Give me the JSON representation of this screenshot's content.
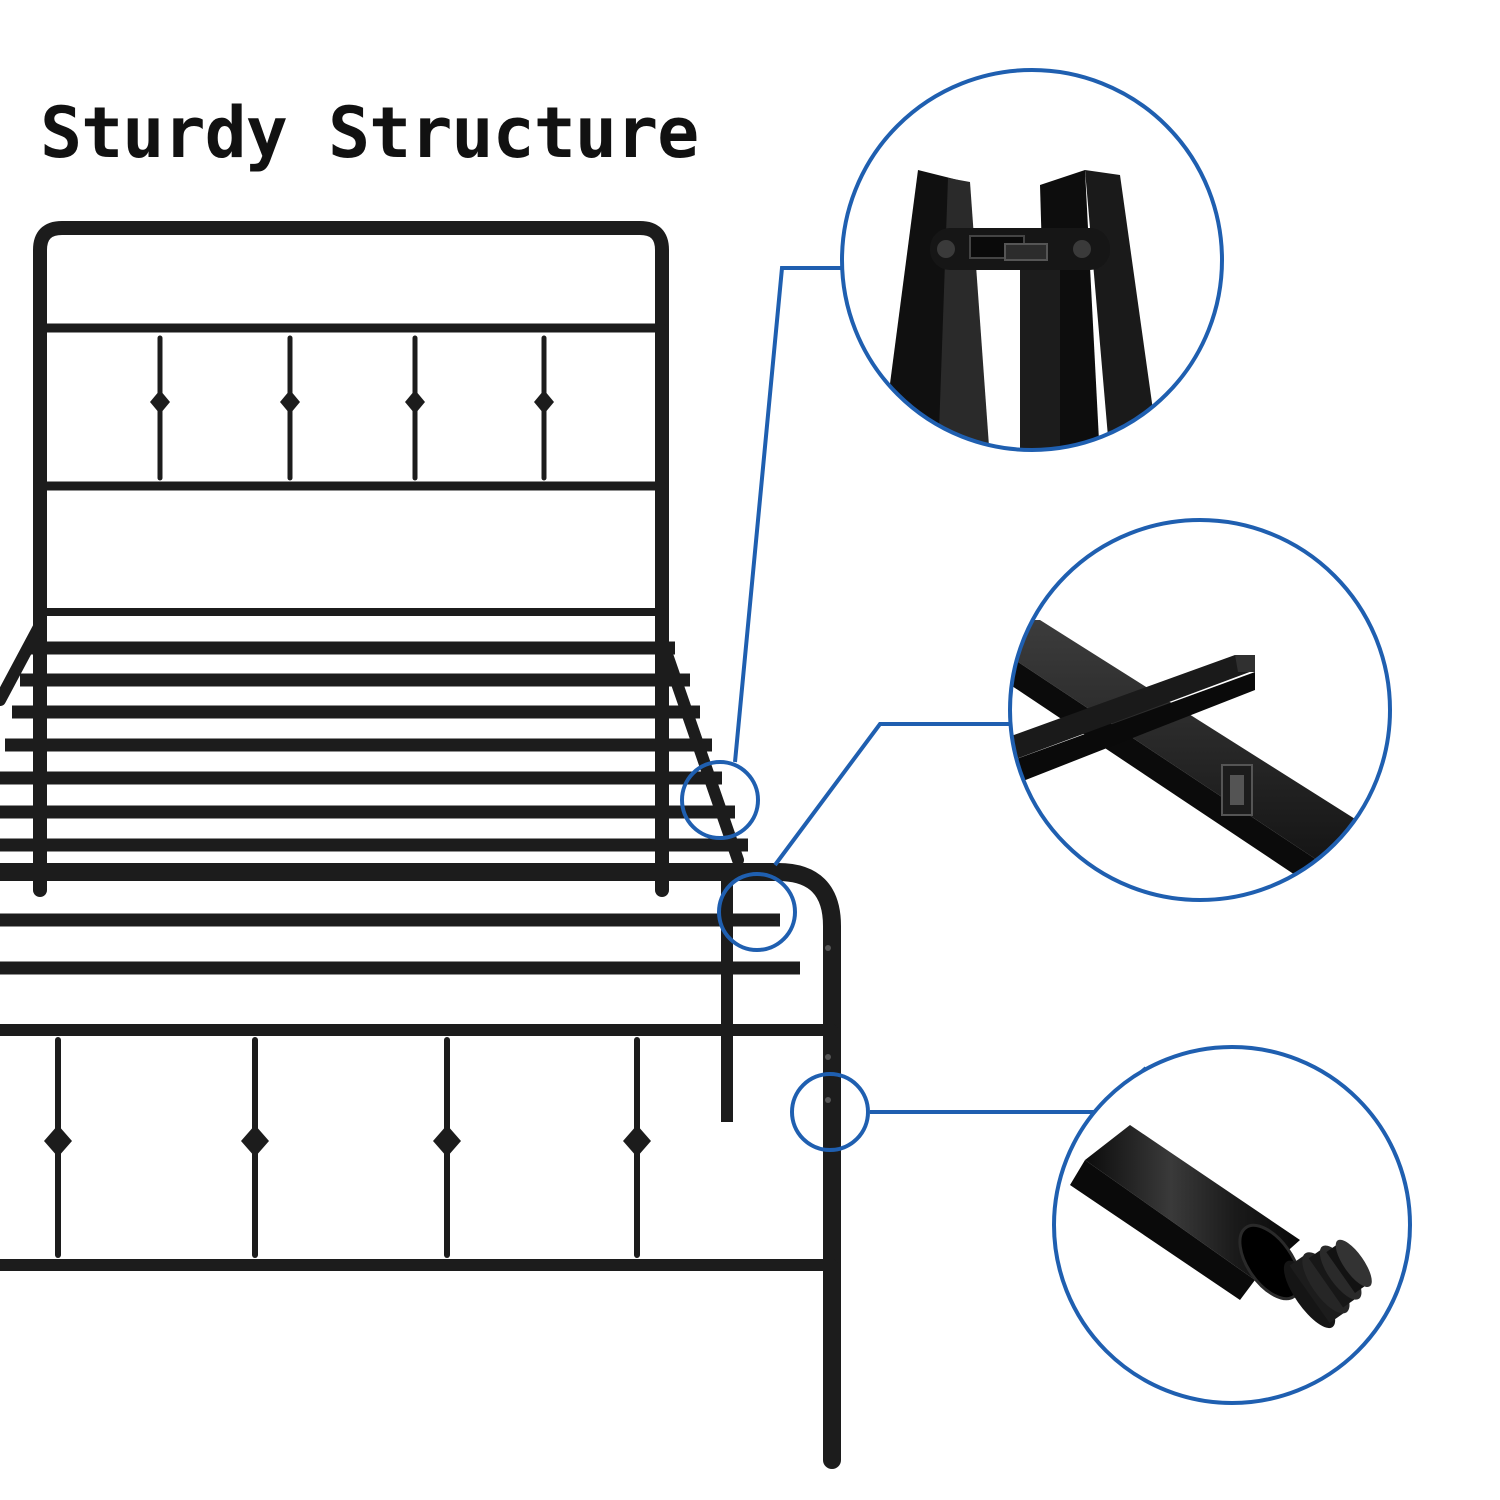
{
  "headline": "Sturdy Structure",
  "colors": {
    "background": "#ffffff",
    "frame": "#1c1c1c",
    "callout": "#1f5fb0",
    "text": "#111111"
  },
  "illustration": {
    "subject": "black metal platform bed frame with headboard and footboard",
    "details": [
      "headboard-hinge-joint-detail",
      "slat-crossbar-joint-detail",
      "leg-tube-with-end-cap-detail"
    ]
  }
}
